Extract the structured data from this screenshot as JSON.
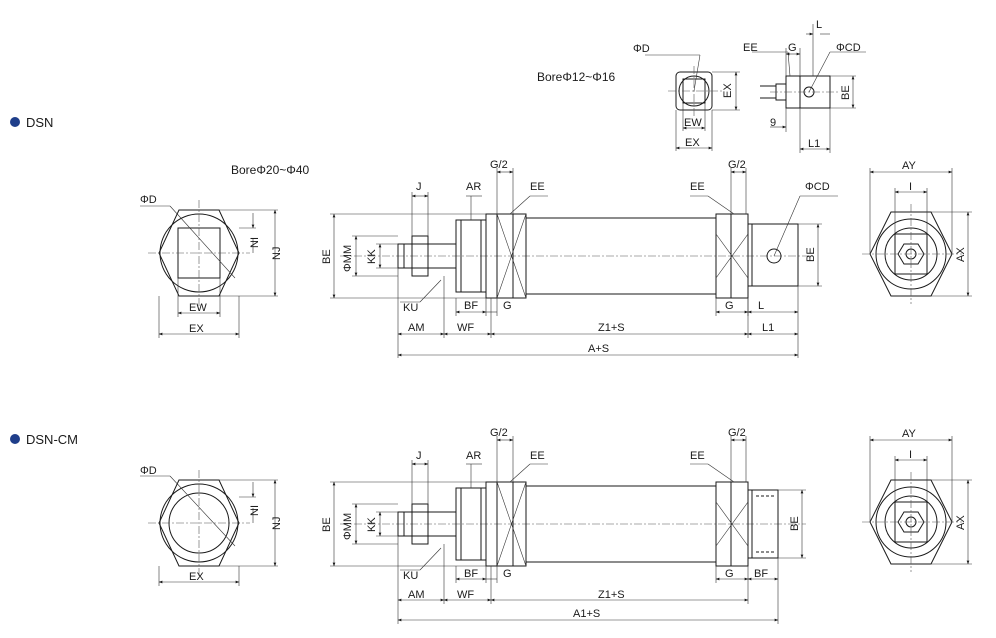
{
  "sections": {
    "dsn": {
      "title": "DSN",
      "bullet_color": "#1f3e8a"
    },
    "dsn_cm": {
      "title": "DSN-CM",
      "bullet_color": "#1f3e8a"
    }
  },
  "bore_small": "BoreΦ12~Φ16",
  "bore_large": "BoreΦ20~Φ40",
  "labels": {
    "phi_d": "ΦD",
    "phi_cd": "ΦCD",
    "phi_mm": "ΦMM",
    "ee": "EE",
    "g": "G",
    "l": "L",
    "be": "BE",
    "ex": "EX",
    "ew": "EW",
    "nine": "9",
    "l1": "L1",
    "ni": "NI",
    "nj": "NJ",
    "j": "J",
    "ar": "AR",
    "g2": "G/2",
    "kk": "KK",
    "ku": "KU",
    "bf": "BF",
    "am": "AM",
    "wf": "WF",
    "z1s": "Z1+S",
    "as": "A+S",
    "a1s": "A1+S",
    "ay": "AY",
    "i": "I",
    "ax": "AX"
  },
  "colors": {
    "line": "#1a1a1a",
    "bullet": "#1f3e8a"
  }
}
